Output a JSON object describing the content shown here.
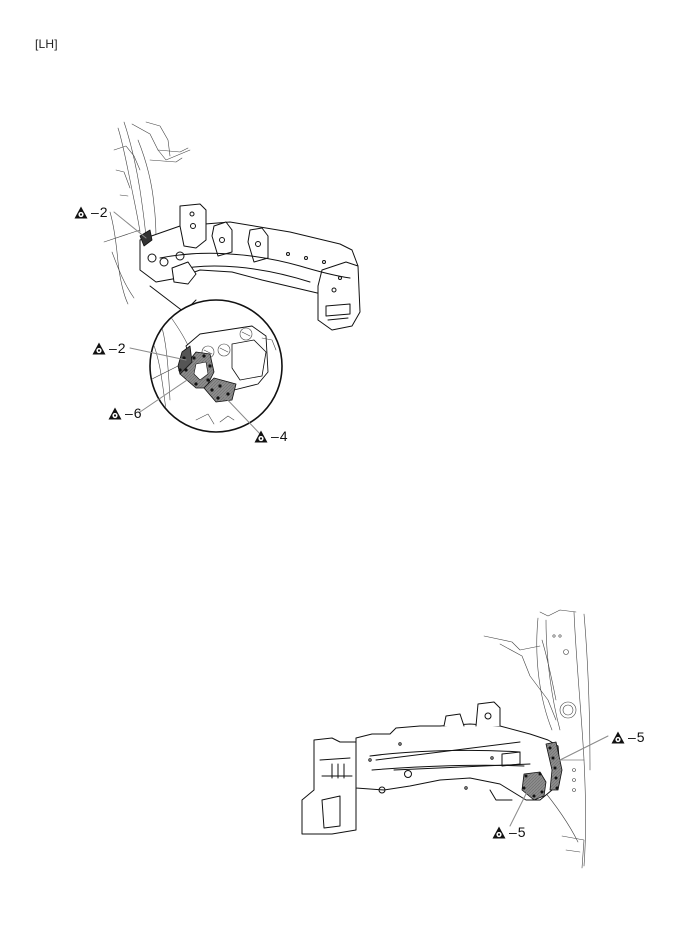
{
  "page": {
    "side_label": "[LH]"
  },
  "symbol": {
    "name": "spot-weld-symbol",
    "description": "triangle with circle (weld point mark)"
  },
  "figures": [
    {
      "id": "upper-figure",
      "description": "Front side member, left hand, with magnified circular detail view",
      "callouts": [
        {
          "id": "upper-main-2",
          "symbol": "spot-weld",
          "count": "2"
        },
        {
          "id": "detail-2",
          "symbol": "spot-weld",
          "count": "2"
        },
        {
          "id": "detail-6",
          "symbol": "spot-weld",
          "count": "6"
        },
        {
          "id": "detail-4",
          "symbol": "spot-weld",
          "count": "4"
        }
      ]
    },
    {
      "id": "lower-figure",
      "description": "Front side member underside view, left hand",
      "callouts": [
        {
          "id": "lower-5-right",
          "symbol": "spot-weld",
          "count": "5"
        },
        {
          "id": "lower-5-bottom",
          "symbol": "spot-weld",
          "count": "5"
        }
      ]
    }
  ],
  "colors": {
    "line": "#111111",
    "weld_area": "#7a7a7a",
    "weld_dot": "#111111",
    "leader": "#8a8a8a",
    "background": "#ffffff"
  }
}
